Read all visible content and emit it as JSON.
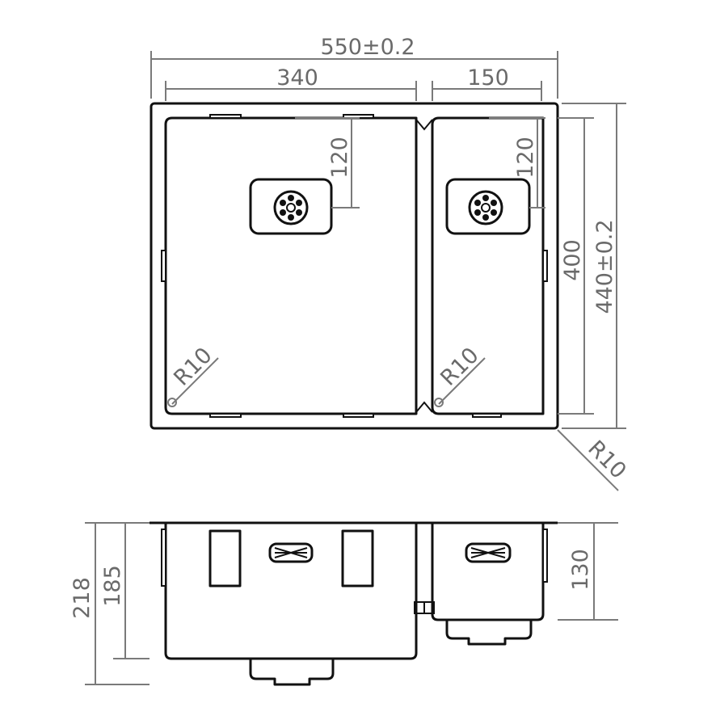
{
  "top_view": {
    "overall_width": "550±0.2",
    "left_bowl_width": "340",
    "right_bowl_width": "150",
    "left_drain_offset": "120",
    "right_drain_offset": "120",
    "bowl_depth_length": "400",
    "overall_length": "440±0.2",
    "left_bowl_radius": "R10",
    "right_bowl_radius": "R10",
    "outer_corner_radius": "R10"
  },
  "front_view": {
    "overall_height": "218",
    "left_bowl_height": "185",
    "right_bowl_height": "130"
  },
  "colors": {
    "outline": "#111111",
    "dimension": "#7a7a7a",
    "label": "#6a6a6a"
  }
}
